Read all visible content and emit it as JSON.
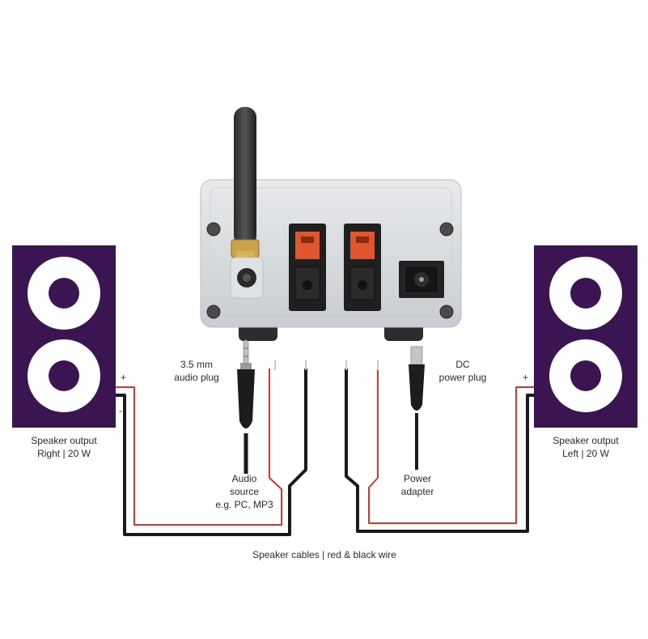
{
  "labels": {
    "plug_35_line1": "3.5 mm",
    "plug_35_line2": "audio plug",
    "dc_line1": "DC",
    "dc_line2": "power plug",
    "right_line1": "Speaker output",
    "right_line2": "Right | 20 W",
    "left_line1": "Speaker output",
    "left_line2": "Left | 20 W",
    "audio_line1": "Audio",
    "audio_line2": "source",
    "audio_line3": "e.g. PC, MP3",
    "power_line1": "Power",
    "power_line2": "adapter",
    "cables": "Speaker cables | red & black wire"
  },
  "polarity": {
    "plus": "+",
    "minus": "-"
  },
  "colors": {
    "speaker": "#3b1452",
    "red_wire": "#d8352f",
    "black_wire": "#1a1a1a",
    "amp_body": "#d9dcdf",
    "terminal_red": "#e0562e"
  }
}
